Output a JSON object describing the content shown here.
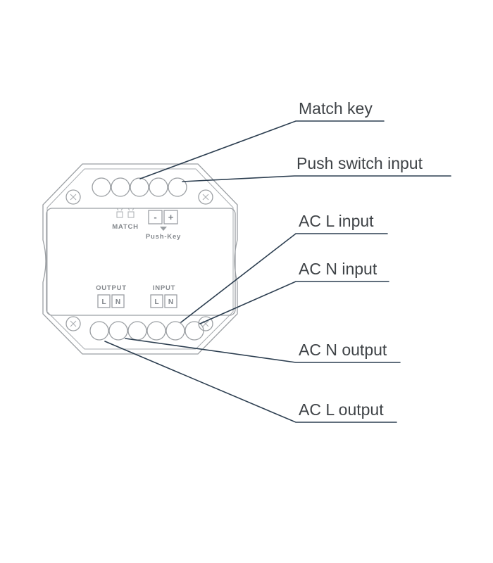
{
  "callouts": [
    {
      "label": "Match key"
    },
    {
      "label": "Push switch input"
    },
    {
      "label": "AC L input"
    },
    {
      "label": "AC N input"
    },
    {
      "label": "AC N output"
    },
    {
      "label": "AC L output"
    }
  ],
  "device": {
    "match_label": "MATCH",
    "push_key_label": "Push-Key",
    "minus": "-",
    "plus": "+",
    "output_label": "OUTPUT",
    "input_label": "INPUT",
    "output_l": "L",
    "output_n": "N",
    "input_l": "L",
    "input_n": "N"
  },
  "colors": {
    "callout_line": "#2c3e50",
    "device_stroke": "#9b9fa3",
    "label_text": "#3f4347"
  }
}
